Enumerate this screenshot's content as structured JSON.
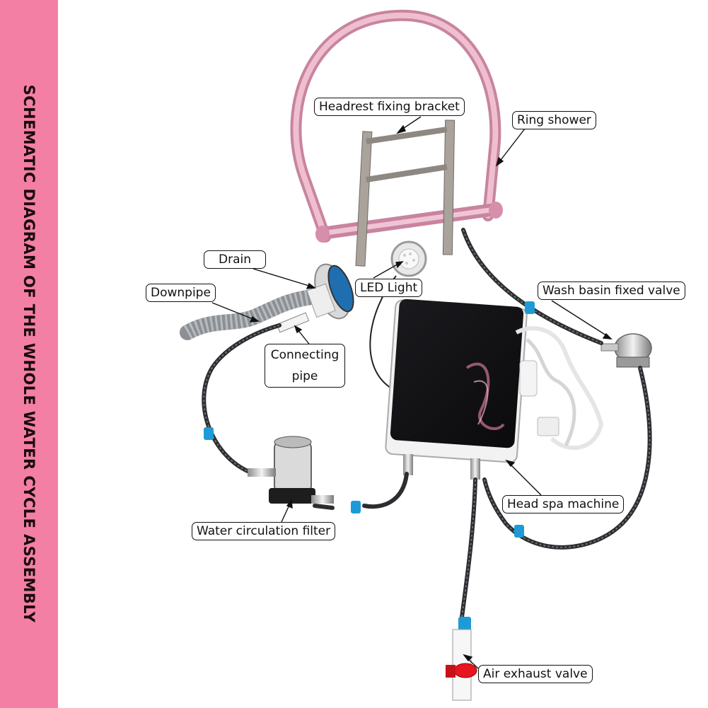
{
  "title": "SCHEMATIC DIAGRAM OF THE WHOLE WATER CYCLE ASSEMBLY",
  "colors": {
    "sidebar": "#f47fa5",
    "ring": "#e8a9c0",
    "hose": "#2b2d30",
    "clip": "#1e9bd6",
    "valve": "#e8141e",
    "bracket": "#a9a39c"
  },
  "labels": {
    "headrest_bracket": "Headrest fixing bracket",
    "ring_shower": "Ring shower",
    "drain": "Drain",
    "downpipe": "Downpipe",
    "led_light": "LED Light",
    "wash_basin_valve": "Wash basin fixed valve",
    "connecting_pipe_1": "Connecting",
    "connecting_pipe_2": "pipe",
    "head_spa_machine": "Head spa machine",
    "water_filter": "Water circulation filter",
    "air_exhaust_valve": "Air exhaust valve"
  }
}
